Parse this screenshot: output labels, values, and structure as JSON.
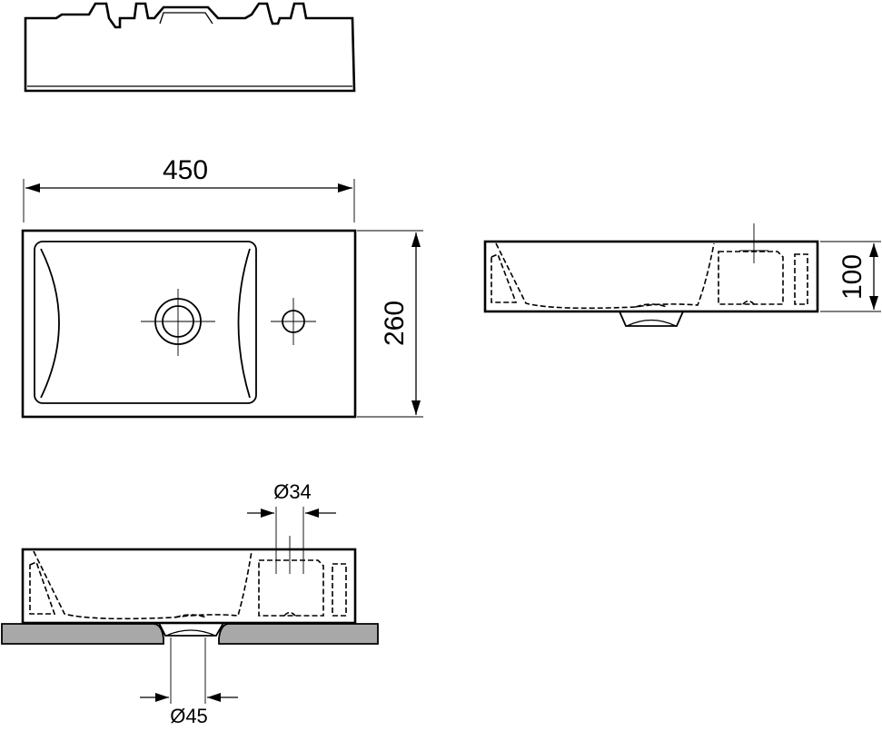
{
  "drawing": {
    "colors": {
      "line": "#000000",
      "background": "#ffffff",
      "countertop": "#a8a8a8"
    },
    "dimensions": {
      "width": "450",
      "depth": "260",
      "height": "100",
      "tap_hole": "Ø34",
      "drain_hole": "Ø45"
    }
  }
}
